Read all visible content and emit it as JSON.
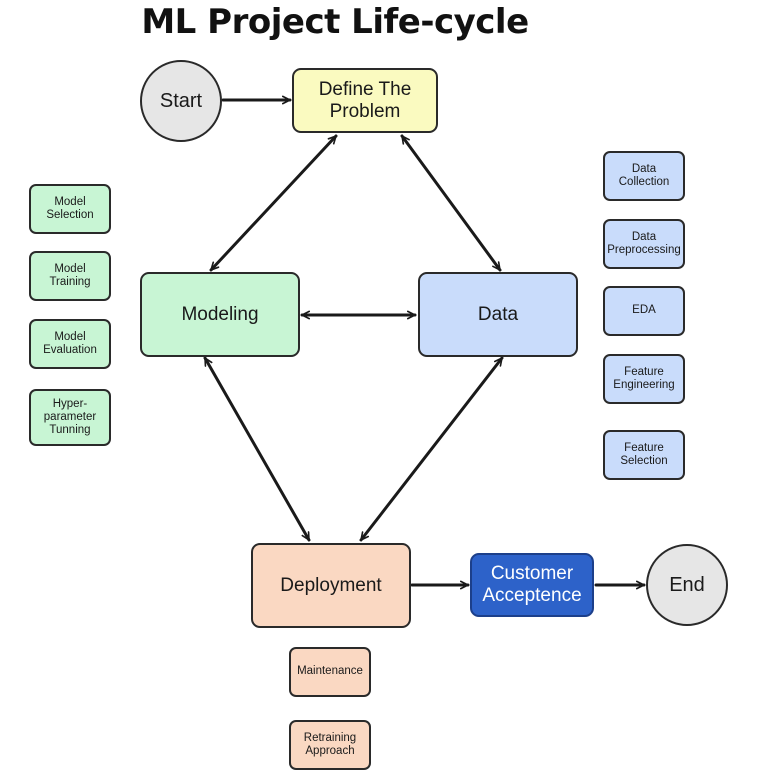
{
  "title": "ML Project Life-cycle",
  "nodes": {
    "start": "Start",
    "define": "Define The\nProblem",
    "modeling": "Modeling",
    "data": "Data",
    "deployment": "Deployment",
    "customer": "Customer\nAcceptence",
    "end": "End"
  },
  "modeling_steps": [
    "Model\nSelection",
    "Model\nTraining",
    "Model\nEvaluation",
    "Hyper-\nparameter\nTunning"
  ],
  "data_steps": [
    "Data\nCollection",
    "Data\nPreprocessing",
    "EDA",
    "Feature\nEngineering",
    "Feature\nSelection"
  ],
  "deployment_steps": [
    "Maintenance",
    "Retraining\nApproach"
  ],
  "colors": {
    "define": "#fafac0",
    "modeling": "#c8f5d4",
    "data": "#c9dcfb",
    "deployment": "#fad8c2",
    "customer": "#2d62c9",
    "terminal": "#e6e6e6"
  },
  "edges": [
    {
      "from": "start",
      "to": "define",
      "direction": "forward"
    },
    {
      "from": "define",
      "to": "modeling",
      "direction": "both"
    },
    {
      "from": "define",
      "to": "data",
      "direction": "both"
    },
    {
      "from": "modeling",
      "to": "data",
      "direction": "both"
    },
    {
      "from": "modeling",
      "to": "deployment",
      "direction": "both"
    },
    {
      "from": "data",
      "to": "deployment",
      "direction": "both"
    },
    {
      "from": "deployment",
      "to": "customer",
      "direction": "forward"
    },
    {
      "from": "customer",
      "to": "end",
      "direction": "forward"
    }
  ]
}
